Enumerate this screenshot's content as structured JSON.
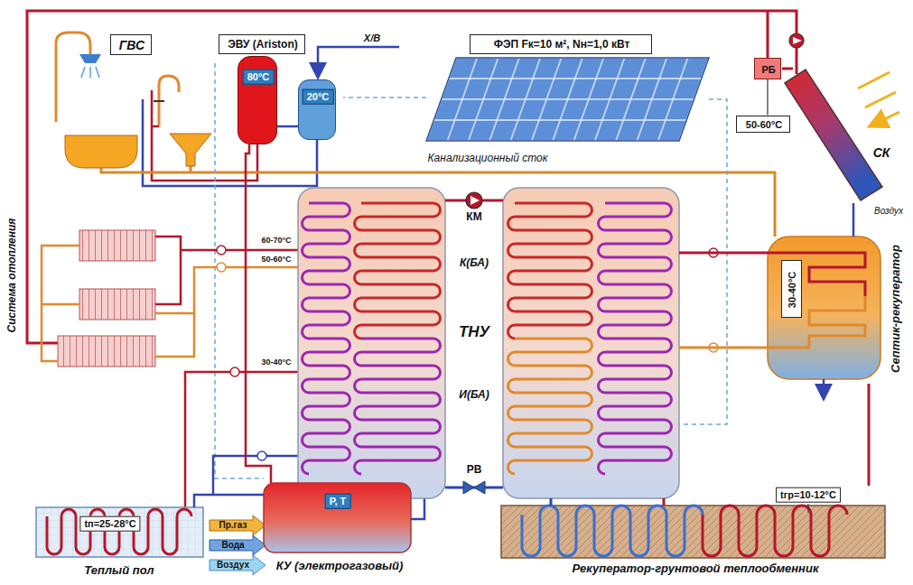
{
  "diagram": {
    "nodes": [
      {
        "text": [
          "ГВС"
        ]
      },
      {
        "text": [
          "ЭВУ (Ariston)"
        ]
      },
      {
        "text": [
          "80°C"
        ]
      },
      {
        "text": [
          "20°C"
        ]
      },
      {
        "text": [
          "ФЭП Fк=10 м², Nн=1,0 кВт"
        ]
      },
      {
        "text": [
          "РБ"
        ]
      },
      {
        "text": [
          "50-60°C"
        ]
      },
      {
        "text": [
          "СК"
        ]
      },
      {
        "text": [
          "Септик-рекуператор"
        ]
      },
      {
        "text": [
          "30-40°C"
        ],
        "in": 8
      },
      {
        "text": [
          "tп=25-28°C",
          "Теплый пол"
        ]
      },
      {
        "text": [
          "Р, Т",
          "КУ (электрогазовый)"
        ]
      },
      {
        "text": [
          "tгр=10-12°C",
          "Рекуператор-грунтовой теплообменник"
        ]
      }
    ],
    "edges": [
      {
        "from": 3,
        "to": 2,
        "arrow": "none"
      },
      {
        "from": 5,
        "to": 6,
        "arrow": "none"
      },
      {
        "from": 10,
        "to": 11,
        "arrow": "none"
      },
      {
        "from": 7,
        "to": 8,
        "arrow": "none"
      },
      {
        "from": 8,
        "to": 12,
        "arrow": "none"
      }
    ],
    "labels": [
      "Х/В",
      "Воздух",
      "Канализационный сток",
      "60-70°C",
      "50-60°C",
      "30-40°C",
      "КМ",
      "К(БА)",
      "ТНУ",
      "И(БА)",
      "РВ",
      "Система отопления",
      "Пр.газ",
      "Вода",
      "Воздух"
    ]
  }
}
